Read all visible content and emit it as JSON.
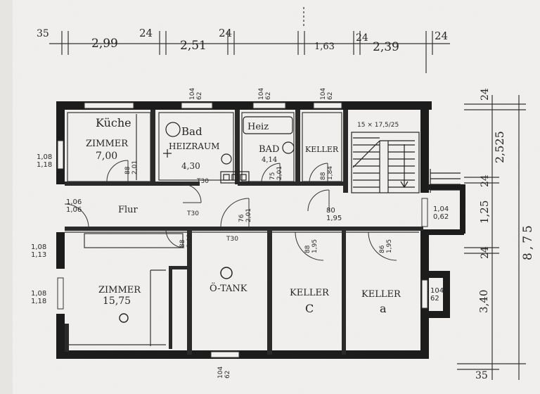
{
  "dimensions": {
    "top": {
      "t35": "35",
      "d299": "2,99",
      "w24a": "24",
      "d251": "2,51",
      "w24b": "24",
      "d163": "1,63",
      "w24c": "24",
      "d239": "2,39",
      "w24d": "24"
    },
    "right": {
      "w24top": "24",
      "d2525": "2,525",
      "w24mid": "24",
      "d125": "1,25",
      "w24low": "24",
      "d340": "3,40",
      "total": "8,75",
      "b35": "35"
    },
    "openings": {
      "win_top1": "104\n62",
      "win_top2": "104\n62",
      "win_top3": "104\n62",
      "win_right1": "1,04\n0,62",
      "win_right2": "104\n62",
      "win_bottom": "104\n62",
      "left1": "1,08\n1,18",
      "left2": "1,06\n1,06",
      "left3": "1,08\n1,13",
      "left4": "1,08\n1,18"
    }
  },
  "rooms": {
    "kueche": "Küche",
    "zimmer1": "ZIMMER",
    "zimmer1_area": "7,00",
    "bad1": "Bad",
    "heizraum": "HEIZRAUM",
    "heizraum_area": "4,30",
    "heizung": "Heiz",
    "bad2": "BAD",
    "bad2_area": "4,14",
    "keller1": "KELLER",
    "stair": "15 × 17,5/25",
    "zimmer2": "ZIMMER",
    "zimmer2_area": "15,75",
    "oel_tank": "Ö-TANK",
    "keller_c": "KELLER",
    "keller_c_letter": "C",
    "keller_a": "KELLER",
    "keller_a_letter": "a",
    "flur": "Flur"
  },
  "doors": {
    "d1": "88\n2,01",
    "d2": "75\n2,01",
    "d3": "88\n1,84",
    "d4": "80\n1,95",
    "d5": "88\n2,01",
    "d6": "86\n1,95",
    "d7": "88\n1,95",
    "d8": "76\n2,01",
    "t30a": "T30",
    "t30b": "T30",
    "t30c": "T30"
  }
}
